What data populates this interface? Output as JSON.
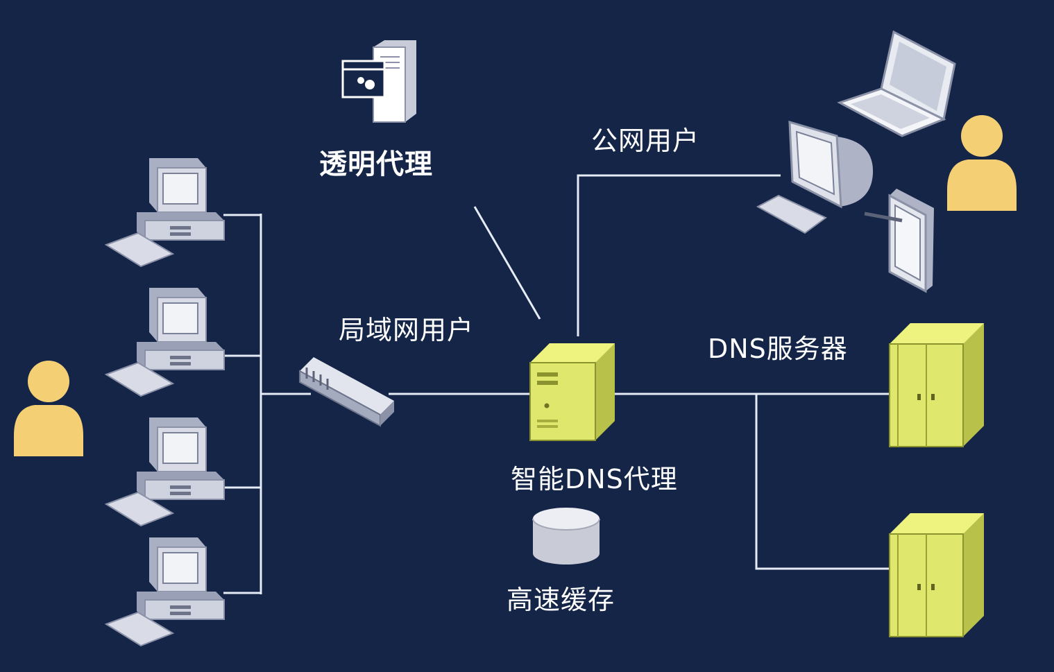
{
  "diagram": {
    "labels": {
      "transparent_proxy": "透明代理",
      "public_users": "公网用户",
      "lan_users": "局域网用户",
      "dns_servers": "DNS服务器",
      "smart_dns_proxy": "智能DNS代理",
      "cache": "高速缓存"
    },
    "icons": {
      "transparent_proxy": "server-window-icon",
      "lan_pc": "desktop-computer-icon",
      "lan_user": "user-icon",
      "switch": "network-switch-icon",
      "proxy": "server-tower-icon",
      "cache": "database-icon",
      "laptop": "laptop-icon",
      "crt_pc": "crt-computer-icon",
      "tablet": "tablet-icon",
      "public_user": "user-icon",
      "dns_server": "server-cabinet-icon"
    },
    "colors": {
      "background": "#142548",
      "line": "#e6ecf5",
      "server_yellow": "#dfe86c",
      "user_yellow": "#f5cf73",
      "device_gray": "#d6d9e4"
    }
  }
}
